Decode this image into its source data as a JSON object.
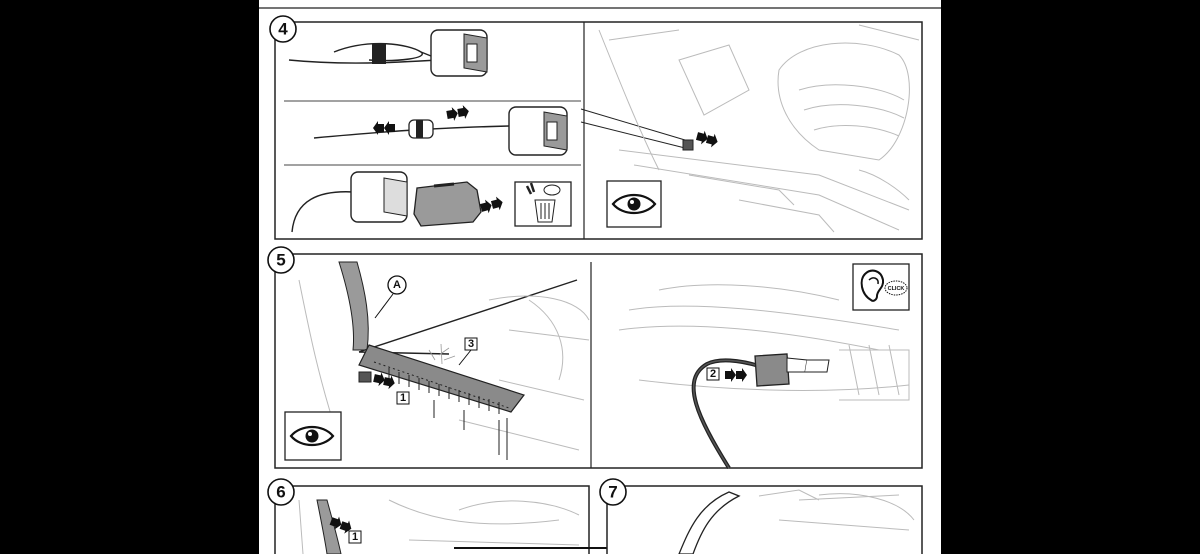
{
  "steps": [
    {
      "number": "4"
    },
    {
      "number": "5"
    },
    {
      "number": "6"
    },
    {
      "number": "7"
    }
  ],
  "callouts": {
    "step5_A": "A",
    "step5_1": "1",
    "step5_2": "2",
    "step5_3": "3",
    "step6_1": "1"
  },
  "icons": {
    "eye": "eye-icon",
    "ear_click": "ear-click-icon",
    "click_text": "CLICK",
    "waste_bin": "waste-bin-icon",
    "arrows": "push-arrows-icon"
  },
  "colors": {
    "page": "#ffffff",
    "background": "#000000",
    "ink": "#222222",
    "connector_gray": "#9a9a9a",
    "sketch_light": "#bbbbbb"
  }
}
